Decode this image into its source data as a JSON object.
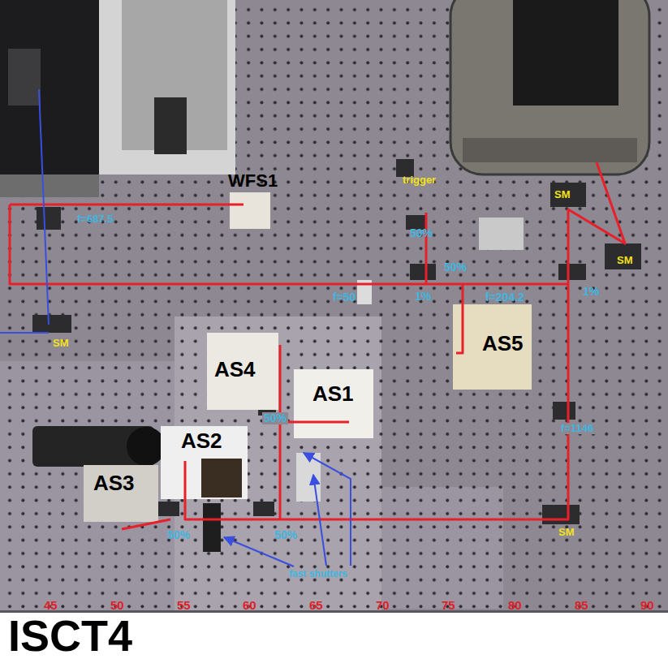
{
  "diagram": {
    "title": "ISCT4",
    "nodes": [
      {
        "text": [
          "WFS1"
        ]
      },
      {
        "text": [
          "AS5"
        ]
      },
      {
        "text": [
          "AS4"
        ]
      },
      {
        "text": [
          "AS1"
        ]
      },
      {
        "text": [
          "AS2"
        ]
      },
      {
        "text": [
          "AS3"
        ]
      }
    ],
    "labels": [
      "f=687.5",
      "trigger",
      "50%",
      "50%",
      "f=50",
      "1%",
      "f=204.2",
      "1%",
      "SM",
      "SM",
      "SM",
      "f=1146",
      "50%",
      "50%",
      "50%",
      "fast shutters",
      "SM",
      "45",
      "50",
      "55",
      "60",
      "65",
      "70",
      "75",
      "80",
      "85",
      "90"
    ]
  }
}
